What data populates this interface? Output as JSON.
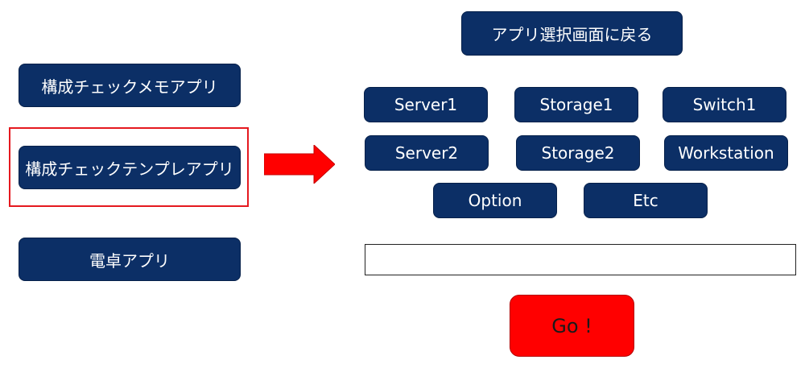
{
  "left_menu": {
    "memo_app_label": "構成チェックメモアプリ",
    "template_app_label": "構成チェックテンプレアプリ",
    "calculator_app_label": "電卓アプリ"
  },
  "right_panel": {
    "back_label": "アプリ選択画面に戻る",
    "categories": [
      "Server1",
      "Storage1",
      "Switch1",
      "Server2",
      "Storage2",
      "Workstation",
      "Option",
      "Etc"
    ],
    "input_value": "",
    "go_label": "Go !"
  },
  "colors": {
    "button_navy": "#0c2f66",
    "highlight_red": "#e5191f",
    "go_red": "#ff0000"
  },
  "icons": {
    "arrow": "right-arrow-icon"
  }
}
